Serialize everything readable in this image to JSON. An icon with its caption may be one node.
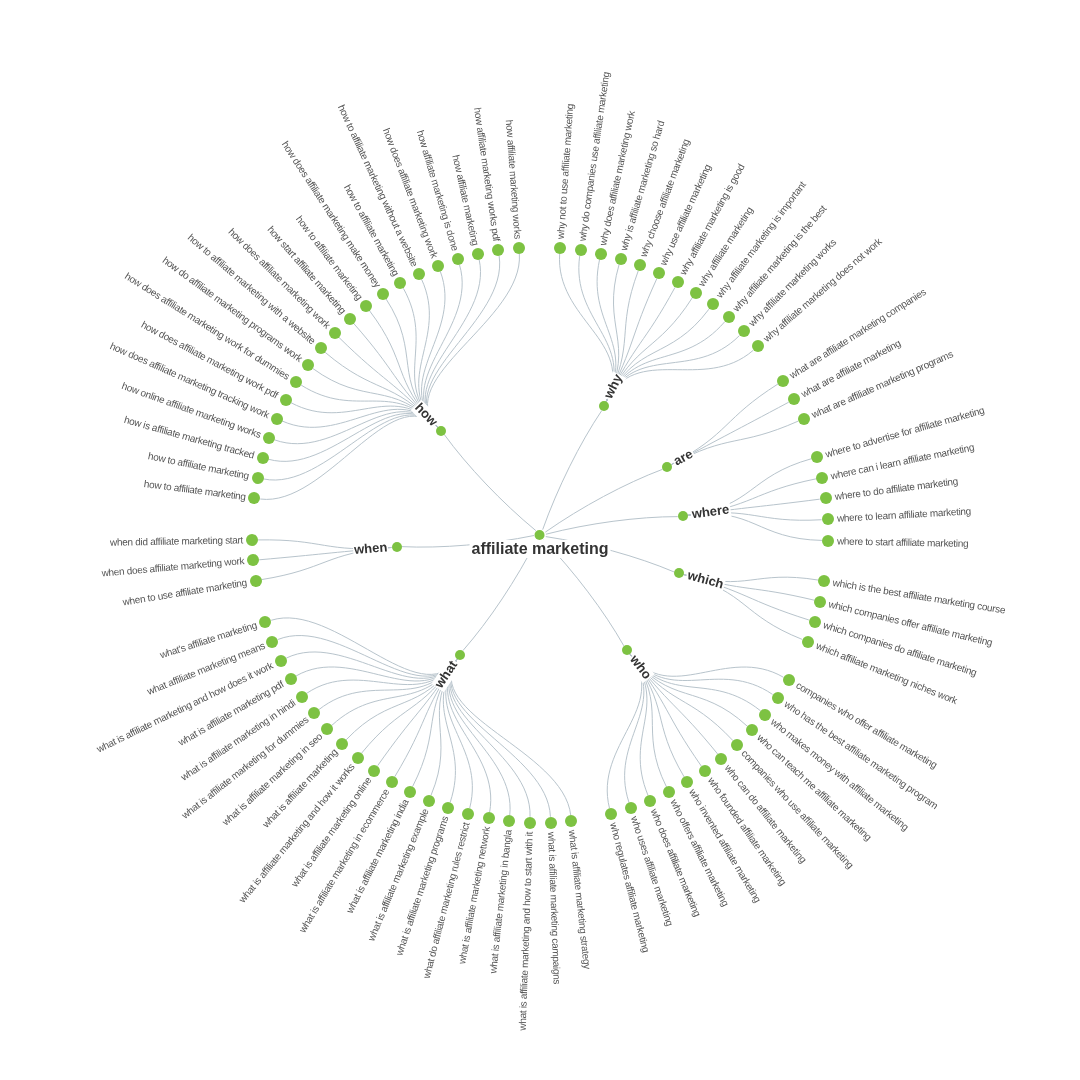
{
  "diagram": {
    "nodes": [
      {
        "text": [
          "affiliate marketing"
        ]
      },
      {
        "text": [
          "how"
        ]
      },
      {
        "text": [
          "how affiliate marketing works"
        ]
      },
      {
        "text": [
          "how affiliate marketing works pdf"
        ]
      },
      {
        "text": [
          "how affiliate marketing"
        ]
      },
      {
        "text": [
          "how affiliate marketing is done"
        ]
      },
      {
        "text": [
          "how does affiliate marketing work"
        ]
      },
      {
        "text": [
          "how to affiliate marketing without a website"
        ]
      },
      {
        "text": [
          "how to affiliate marketing"
        ]
      },
      {
        "text": [
          "how does affiliate marketing make money"
        ]
      },
      {
        "text": [
          "how to affiliate marketing"
        ]
      },
      {
        "text": [
          "how start affiliate marketing"
        ]
      },
      {
        "text": [
          "how does affiliate marketing work"
        ]
      },
      {
        "text": [
          "how to affiliate marketing with a website"
        ]
      },
      {
        "text": [
          "how do affiliate marketing programs work"
        ]
      },
      {
        "text": [
          "how does affiliate marketing work for dummies"
        ]
      },
      {
        "text": [
          "how does affiliate marketing work pdf"
        ]
      },
      {
        "text": [
          "how does affiliate marketing tracking work"
        ]
      },
      {
        "text": [
          "how online affiliate marketing works"
        ]
      },
      {
        "text": [
          "how is affiliate marketing tracked"
        ]
      },
      {
        "text": [
          "how to affiliate marketing"
        ]
      },
      {
        "text": [
          "how to affiliate marketing"
        ]
      },
      {
        "text": [
          "why"
        ]
      },
      {
        "text": [
          "why not to use affiliate marketing"
        ]
      },
      {
        "text": [
          "why do companies use affiliate marketing"
        ]
      },
      {
        "text": [
          "why does affiliate marketing work"
        ]
      },
      {
        "text": [
          "why is affiliate marketing so hard"
        ]
      },
      {
        "text": [
          "why choose affiliate marketing"
        ]
      },
      {
        "text": [
          "why use affiliate marketing"
        ]
      },
      {
        "text": [
          "why affiliate marketing is good"
        ]
      },
      {
        "text": [
          "why affiliate marketing"
        ]
      },
      {
        "text": [
          "why affiliate marketing is important"
        ]
      },
      {
        "text": [
          "why affiliate marketing is the best"
        ]
      },
      {
        "text": [
          "why affiliate marketing works"
        ]
      },
      {
        "text": [
          "why affiliate marketing does not work"
        ]
      },
      {
        "text": [
          "are"
        ]
      },
      {
        "text": [
          "what are affiliate marketing companies"
        ]
      },
      {
        "text": [
          "what are affiliate marketing"
        ]
      },
      {
        "text": [
          "what are affiliate marketing programs"
        ]
      },
      {
        "text": [
          "where"
        ]
      },
      {
        "text": [
          "where to advertise for affiliate marketing"
        ]
      },
      {
        "text": [
          "where can i learn affiliate marketing"
        ]
      },
      {
        "text": [
          "where to do affiliate marketing"
        ]
      },
      {
        "text": [
          "where to learn affiliate marketing"
        ]
      },
      {
        "text": [
          "where to start affiliate marketing"
        ]
      },
      {
        "text": [
          "which"
        ]
      },
      {
        "text": [
          "which is the best affiliate marketing course"
        ]
      },
      {
        "text": [
          "which companies offer affiliate marketing"
        ]
      },
      {
        "text": [
          "which companies do affiliate marketing"
        ]
      },
      {
        "text": [
          "which affiliate marketing niches work"
        ]
      },
      {
        "text": [
          "who"
        ]
      },
      {
        "text": [
          "companies who offer affiliate marketing"
        ]
      },
      {
        "text": [
          "who has the best affiliate marketing program"
        ]
      },
      {
        "text": [
          "who makes money with affiliate marketing"
        ]
      },
      {
        "text": [
          "who can teach me affiliate marketing"
        ]
      },
      {
        "text": [
          "companies who use affiliate marketing"
        ]
      },
      {
        "text": [
          "who can do affiliate marketing"
        ]
      },
      {
        "text": [
          "who founded affiliate marketing"
        ]
      },
      {
        "text": [
          "who invented affiliate marketing"
        ]
      },
      {
        "text": [
          "who offers affiliate marketing"
        ]
      },
      {
        "text": [
          "who does affiliate marketing"
        ]
      },
      {
        "text": [
          "who uses affiliate marketing"
        ]
      },
      {
        "text": [
          "who regulates affiliate marketing"
        ]
      },
      {
        "text": [
          "what"
        ]
      },
      {
        "text": [
          "what's affiliate marketing"
        ]
      },
      {
        "text": [
          "what affiliate marketing means"
        ]
      },
      {
        "text": [
          "what is affiliate marketing and how does it work"
        ]
      },
      {
        "text": [
          "what is affiliate marketing pdf"
        ]
      },
      {
        "text": [
          "what is affiliate marketing in hindi"
        ]
      },
      {
        "text": [
          "what is affiliate marketing for dummies"
        ]
      },
      {
        "text": [
          "what is affiliate marketing in seo"
        ]
      },
      {
        "text": [
          "what is affiliate marketing"
        ]
      },
      {
        "text": [
          "what is affiliate marketing and how it works"
        ]
      },
      {
        "text": [
          "what is affiliate marketing online"
        ]
      },
      {
        "text": [
          "what is affiliate marketing in ecommerce"
        ]
      },
      {
        "text": [
          "what is affiliate marketing india"
        ]
      },
      {
        "text": [
          "what is affiliate marketing example"
        ]
      },
      {
        "text": [
          "what is affiliate marketing programs"
        ]
      },
      {
        "text": [
          "what do affiliate marketing rules restrict"
        ]
      },
      {
        "text": [
          "what is affiliate marketing network"
        ]
      },
      {
        "text": [
          "what is affiliate marketing in bangla"
        ]
      },
      {
        "text": [
          "what is affiliate marketing and how to start with it"
        ]
      },
      {
        "text": [
          "what is affiliate marketing campaigns"
        ]
      },
      {
        "text": [
          "what is affiliate marketing strategy"
        ]
      },
      {
        "text": [
          "when"
        ]
      },
      {
        "text": [
          "when did affiliate marketing start"
        ]
      },
      {
        "text": [
          "when does affiliate marketing work"
        ]
      },
      {
        "text": [
          "when to use affiliate marketing"
        ]
      }
    ],
    "edges": [
      {
        "from": 0,
        "to": 1,
        "arrow": "none"
      },
      {
        "from": 0,
        "to": 22,
        "arrow": "none"
      },
      {
        "from": 0,
        "to": 35,
        "arrow": "none"
      },
      {
        "from": 0,
        "to": 39,
        "arrow": "none"
      },
      {
        "from": 0,
        "to": 45,
        "arrow": "none"
      },
      {
        "from": 0,
        "to": 50,
        "arrow": "none"
      },
      {
        "from": 0,
        "to": 63,
        "arrow": "none"
      },
      {
        "from": 0,
        "to": 84,
        "arrow": "none"
      },
      {
        "from": 1,
        "to": 2,
        "arrow": "none"
      },
      {
        "from": 1,
        "to": 3,
        "arrow": "none"
      },
      {
        "from": 1,
        "to": 4,
        "arrow": "none"
      },
      {
        "from": 1,
        "to": 5,
        "arrow": "none"
      },
      {
        "from": 1,
        "to": 6,
        "arrow": "none"
      },
      {
        "from": 1,
        "to": 7,
        "arrow": "none"
      },
      {
        "from": 1,
        "to": 8,
        "arrow": "none"
      },
      {
        "from": 1,
        "to": 9,
        "arrow": "none"
      },
      {
        "from": 1,
        "to": 10,
        "arrow": "none"
      },
      {
        "from": 1,
        "to": 11,
        "arrow": "none"
      },
      {
        "from": 1,
        "to": 12,
        "arrow": "none"
      },
      {
        "from": 1,
        "to": 13,
        "arrow": "none"
      },
      {
        "from": 1,
        "to": 14,
        "arrow": "none"
      },
      {
        "from": 1,
        "to": 15,
        "arrow": "none"
      },
      {
        "from": 1,
        "to": 16,
        "arrow": "none"
      },
      {
        "from": 1,
        "to": 17,
        "arrow": "none"
      },
      {
        "from": 1,
        "to": 18,
        "arrow": "none"
      },
      {
        "from": 1,
        "to": 19,
        "arrow": "none"
      },
      {
        "from": 1,
        "to": 20,
        "arrow": "none"
      },
      {
        "from": 1,
        "to": 21,
        "arrow": "none"
      },
      {
        "from": 22,
        "to": 23,
        "arrow": "none"
      },
      {
        "from": 22,
        "to": 24,
        "arrow": "none"
      },
      {
        "from": 22,
        "to": 25,
        "arrow": "none"
      },
      {
        "from": 22,
        "to": 26,
        "arrow": "none"
      },
      {
        "from": 22,
        "to": 27,
        "arrow": "none"
      },
      {
        "from": 22,
        "to": 28,
        "arrow": "none"
      },
      {
        "from": 22,
        "to": 29,
        "arrow": "none"
      },
      {
        "from": 22,
        "to": 30,
        "arrow": "none"
      },
      {
        "from": 22,
        "to": 31,
        "arrow": "none"
      },
      {
        "from": 22,
        "to": 32,
        "arrow": "none"
      },
      {
        "from": 22,
        "to": 33,
        "arrow": "none"
      },
      {
        "from": 22,
        "to": 34,
        "arrow": "none"
      },
      {
        "from": 35,
        "to": 36,
        "arrow": "none"
      },
      {
        "from": 35,
        "to": 37,
        "arrow": "none"
      },
      {
        "from": 35,
        "to": 38,
        "arrow": "none"
      },
      {
        "from": 39,
        "to": 40,
        "arrow": "none"
      },
      {
        "from": 39,
        "to": 41,
        "arrow": "none"
      },
      {
        "from": 39,
        "to": 42,
        "arrow": "none"
      },
      {
        "from": 39,
        "to": 43,
        "arrow": "none"
      },
      {
        "from": 39,
        "to": 44,
        "arrow": "none"
      },
      {
        "from": 45,
        "to": 46,
        "arrow": "none"
      },
      {
        "from": 45,
        "to": 47,
        "arrow": "none"
      },
      {
        "from": 45,
        "to": 48,
        "arrow": "none"
      },
      {
        "from": 45,
        "to": 49,
        "arrow": "none"
      },
      {
        "from": 50,
        "to": 51,
        "arrow": "none"
      },
      {
        "from": 50,
        "to": 52,
        "arrow": "none"
      },
      {
        "from": 50,
        "to": 53,
        "arrow": "none"
      },
      {
        "from": 50,
        "to": 54,
        "arrow": "none"
      },
      {
        "from": 50,
        "to": 55,
        "arrow": "none"
      },
      {
        "from": 50,
        "to": 56,
        "arrow": "none"
      },
      {
        "from": 50,
        "to": 57,
        "arrow": "none"
      },
      {
        "from": 50,
        "to": 58,
        "arrow": "none"
      },
      {
        "from": 50,
        "to": 59,
        "arrow": "none"
      },
      {
        "from": 50,
        "to": 60,
        "arrow": "none"
      },
      {
        "from": 50,
        "to": 61,
        "arrow": "none"
      },
      {
        "from": 50,
        "to": 62,
        "arrow": "none"
      },
      {
        "from": 63,
        "to": 64,
        "arrow": "none"
      },
      {
        "from": 63,
        "to": 65,
        "arrow": "none"
      },
      {
        "from": 63,
        "to": 66,
        "arrow": "none"
      },
      {
        "from": 63,
        "to": 67,
        "arrow": "none"
      },
      {
        "from": 63,
        "to": 68,
        "arrow": "none"
      },
      {
        "from": 63,
        "to": 69,
        "arrow": "none"
      },
      {
        "from": 63,
        "to": 70,
        "arrow": "none"
      },
      {
        "from": 63,
        "to": 71,
        "arrow": "none"
      },
      {
        "from": 63,
        "to": 72,
        "arrow": "none"
      },
      {
        "from": 63,
        "to": 73,
        "arrow": "none"
      },
      {
        "from": 63,
        "to": 74,
        "arrow": "none"
      },
      {
        "from": 63,
        "to": 75,
        "arrow": "none"
      },
      {
        "from": 63,
        "to": 76,
        "arrow": "none"
      },
      {
        "from": 63,
        "to": 77,
        "arrow": "none"
      },
      {
        "from": 63,
        "to": 78,
        "arrow": "none"
      },
      {
        "from": 63,
        "to": 79,
        "arrow": "none"
      },
      {
        "from": 63,
        "to": 80,
        "arrow": "none"
      },
      {
        "from": 63,
        "to": 81,
        "arrow": "none"
      },
      {
        "from": 63,
        "to": 82,
        "arrow": "none"
      },
      {
        "from": 63,
        "to": 83,
        "arrow": "none"
      },
      {
        "from": 84,
        "to": 85,
        "arrow": "none"
      },
      {
        "from": 84,
        "to": 86,
        "arrow": "none"
      },
      {
        "from": 84,
        "to": 87,
        "arrow": "none"
      }
    ]
  }
}
